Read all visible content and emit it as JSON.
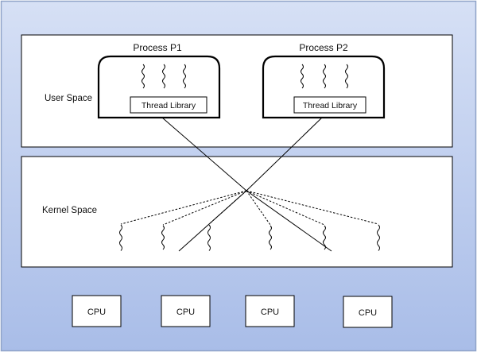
{
  "diagram": {
    "user_space": {
      "label": "User Space"
    },
    "kernel_space": {
      "label": "Kernel Space"
    },
    "processes": [
      {
        "label": "Process P1",
        "library": "Thread Library",
        "user_threads": 3
      },
      {
        "label": "Process P2",
        "library": "Thread Library",
        "user_threads": 3
      }
    ],
    "kernel_threads": 6,
    "cpus": [
      "CPU",
      "CPU",
      "CPU",
      "CPU"
    ],
    "colors": {
      "background_top": "#d6e0f5",
      "background_bottom": "#a9bde8",
      "frame": "#8fa3c8",
      "box_fill": "#ffffff",
      "stroke": "#000000"
    }
  }
}
